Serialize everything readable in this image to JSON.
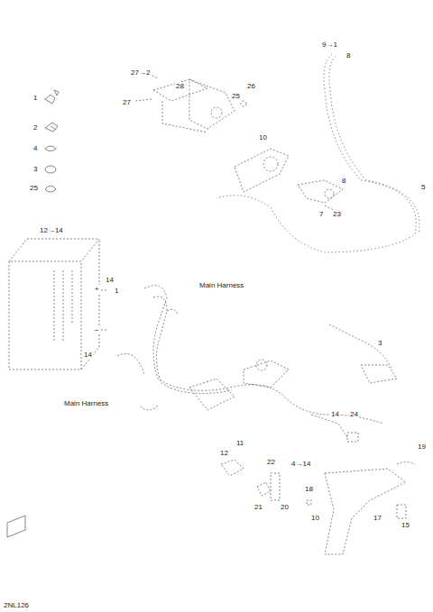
{
  "diagram": {
    "labels": [
      "9→1",
      "8",
      "1",
      "2",
      "4",
      "3",
      "25",
      "27→2",
      "27",
      "28",
      "25",
      "26",
      "10",
      "8",
      "5",
      "7",
      "23",
      "12→14",
      "14",
      "+",
      "1",
      "Main Harness",
      "−",
      "14",
      "3",
      "Main Harness",
      "14",
      "24",
      "11",
      "12",
      "19",
      "22",
      "4→14",
      "18",
      "21",
      "20",
      "10",
      "17",
      "15",
      "2NL126"
    ]
  }
}
